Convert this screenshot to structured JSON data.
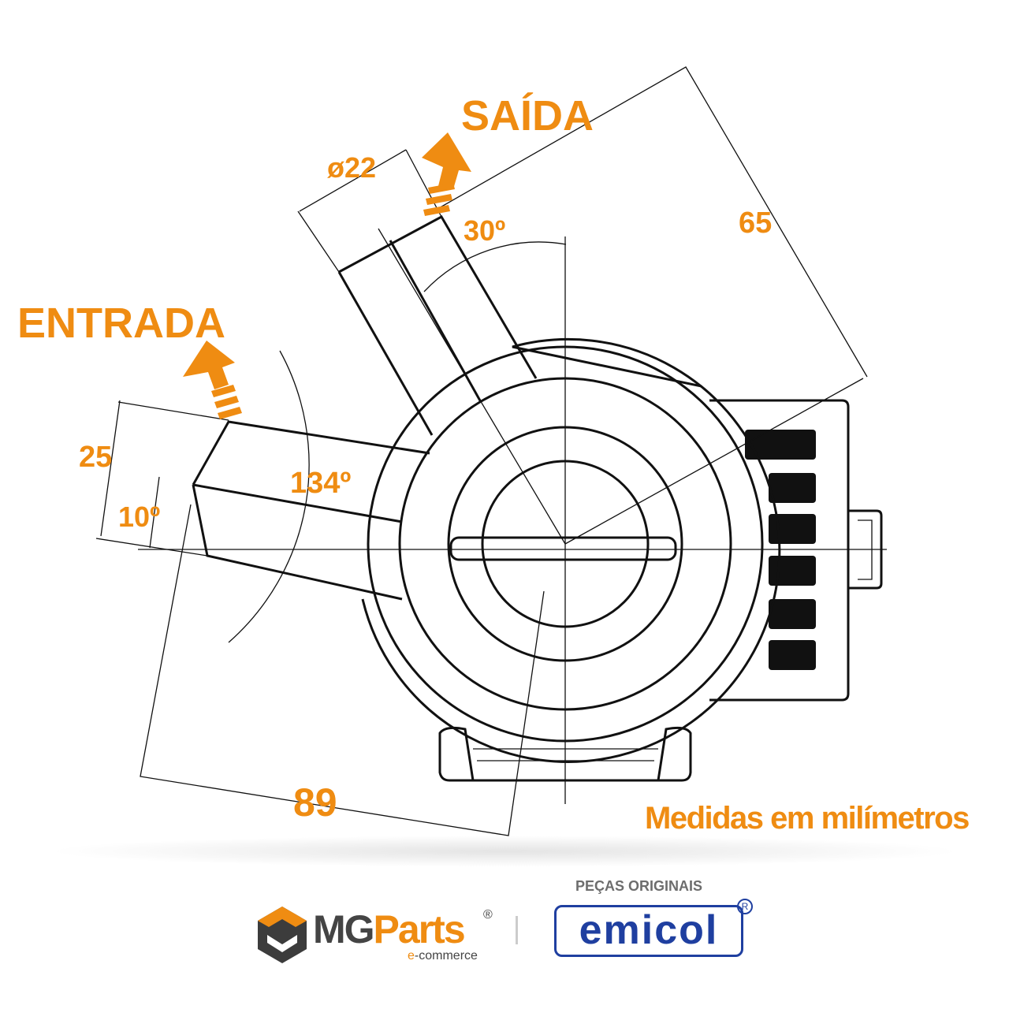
{
  "labels": {
    "saida": "SAÍDA",
    "entrada": "ENTRADA",
    "diameter": "ø22",
    "dim_65": "65",
    "angle_30": "30º",
    "angle_134": "134º",
    "dim_25": "25",
    "angle_10": "10º",
    "dim_89": "89",
    "units_note": "Medidas em milímetros"
  },
  "footer": {
    "mg_brand_1": "MG",
    "mg_brand_2": "Parts",
    "mg_registered": "®",
    "mg_tagline_1": "e",
    "mg_tagline_2": "-commerce",
    "pecas_originais": "PEÇAS ORIGINAIS",
    "emicol_logo": "emicol",
    "emicol_registered": "R"
  },
  "colors": {
    "accent": "#ef8c12",
    "drawing": "#111111",
    "emicol_blue": "#1f3fa0"
  }
}
